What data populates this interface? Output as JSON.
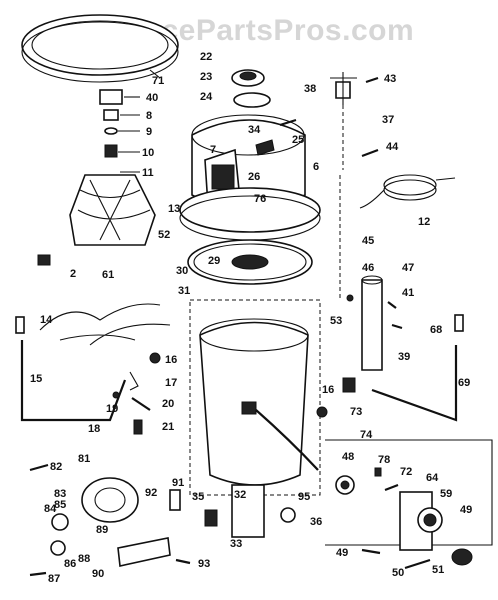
{
  "watermark": "AppliancePartsPros.com",
  "callouts": [
    "71",
    "22",
    "23",
    "24",
    "40",
    "8",
    "9",
    "10",
    "11",
    "34",
    "7",
    "25",
    "6",
    "26",
    "76",
    "13",
    "38",
    "43",
    "37",
    "44",
    "12",
    "52",
    "30",
    "29",
    "2",
    "61",
    "31",
    "45",
    "46",
    "47",
    "41",
    "53",
    "39",
    "68",
    "14",
    "15",
    "16",
    "17",
    "19",
    "20",
    "18",
    "21",
    "16",
    "73",
    "69",
    "74",
    "48",
    "78",
    "72",
    "64",
    "59",
    "49",
    "82",
    "81",
    "83",
    "84",
    "85",
    "89",
    "86",
    "88",
    "87",
    "90",
    "92",
    "91",
    "35",
    "32",
    "95",
    "36",
    "33",
    "93",
    "49",
    "50",
    "51"
  ]
}
